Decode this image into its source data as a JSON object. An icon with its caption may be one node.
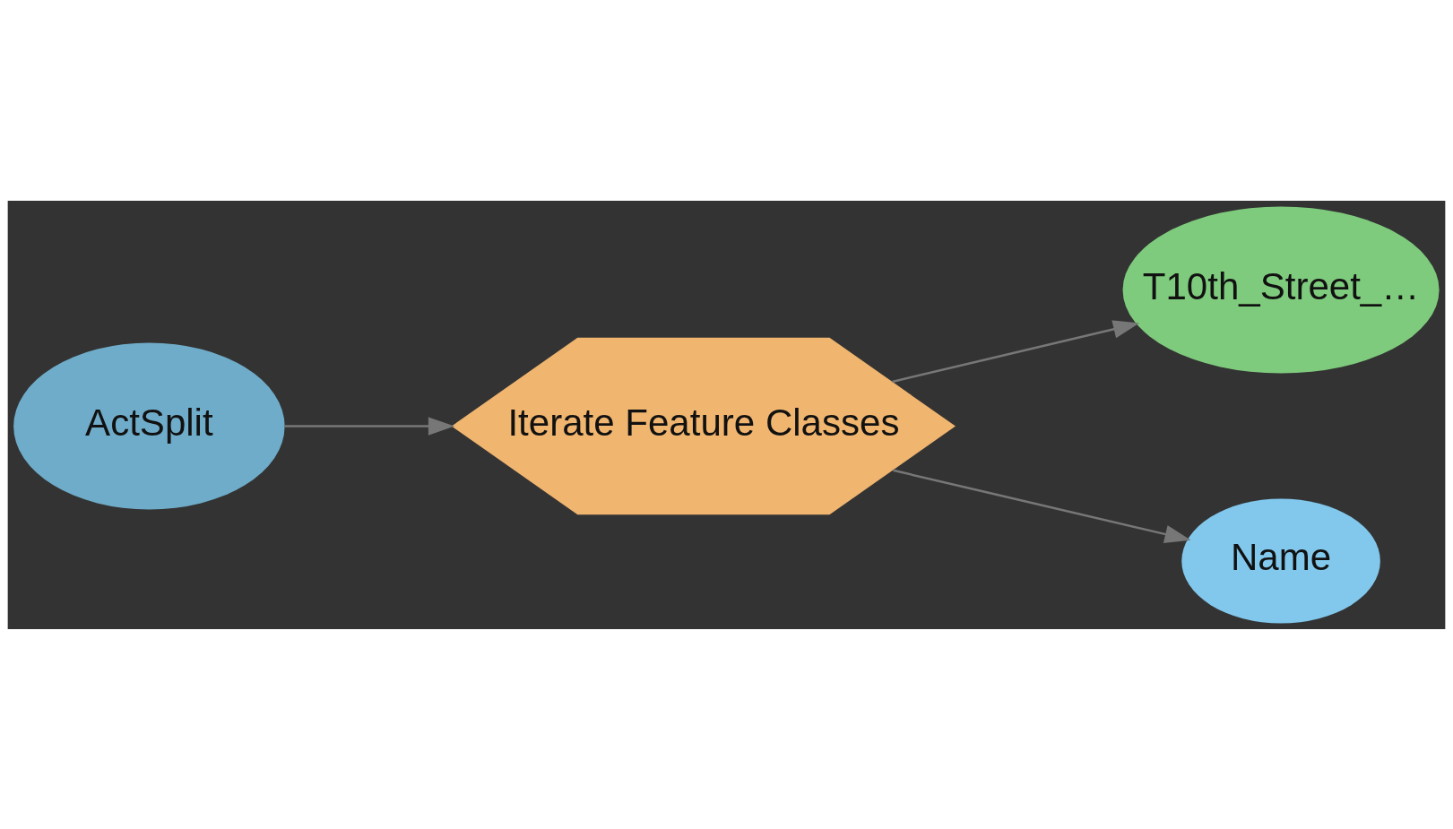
{
  "diagram": {
    "nodes": [
      {
        "text": [
          "ActSplit"
        ]
      },
      {
        "text": [
          "Iterate Feature Classes"
        ]
      },
      {
        "text": [
          "T10th_Street_…"
        ]
      },
      {
        "text": [
          "Name"
        ]
      }
    ],
    "edges": [
      {
        "from": 0,
        "to": 1,
        "arrow": "to"
      },
      {
        "from": 1,
        "to": 2,
        "arrow": "to"
      },
      {
        "from": 1,
        "to": 3,
        "arrow": "to"
      }
    ]
  }
}
